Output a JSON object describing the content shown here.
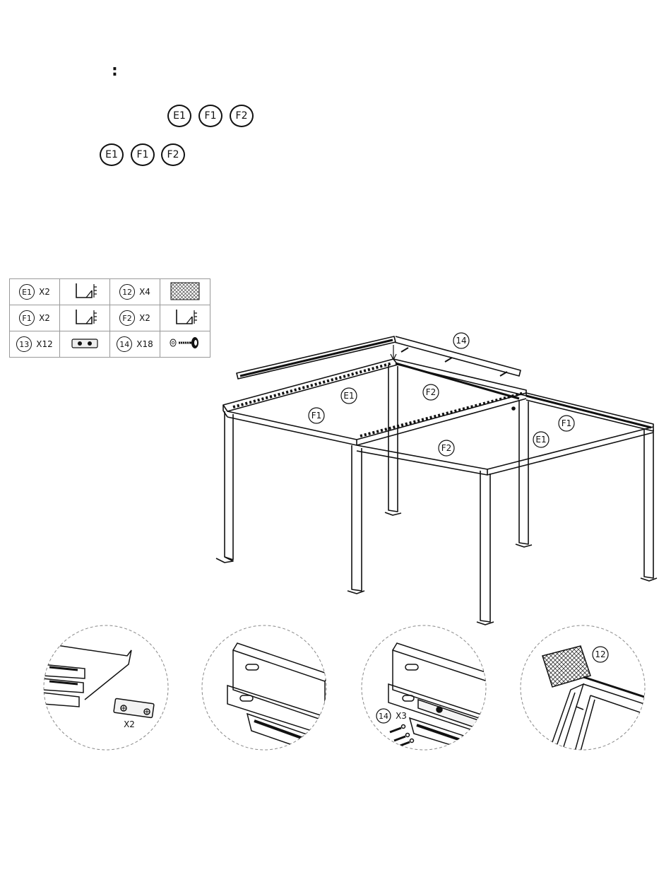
{
  "header": {
    "colon": ":",
    "row1_labels": [
      "E1",
      "F1",
      "F2"
    ],
    "row2_labels": [
      "E1",
      "F1",
      "F2"
    ]
  },
  "parts_table": {
    "rows": [
      [
        {
          "id": "E1",
          "qty": "X2",
          "icon": "profile-icon"
        },
        {
          "id": "12",
          "qty": "X4",
          "icon": "mesh-panel-icon"
        }
      ],
      [
        {
          "id": "F1",
          "qty": "X2",
          "icon": "profile-icon"
        },
        {
          "id": "F2",
          "qty": "X2",
          "icon": "profile-icon"
        }
      ],
      [
        {
          "id": "13",
          "qty": "X12",
          "icon": "connector-plate-icon"
        },
        {
          "id": "14",
          "qty": "X18",
          "icon": "screw-washer-icon"
        }
      ]
    ]
  },
  "diagram": {
    "labels": {
      "screw": "14",
      "beam_e1_left": "E1",
      "beam_f2_back": "F2",
      "beam_f1_front_left": "F1",
      "beam_f2_middle": "F2",
      "beam_f1_right": "F1",
      "beam_e1_right": "E1"
    }
  },
  "details": {
    "detail1_qty": "X2",
    "detail3_part": "14",
    "detail3_qty": "X3",
    "detail4_part": "12"
  }
}
